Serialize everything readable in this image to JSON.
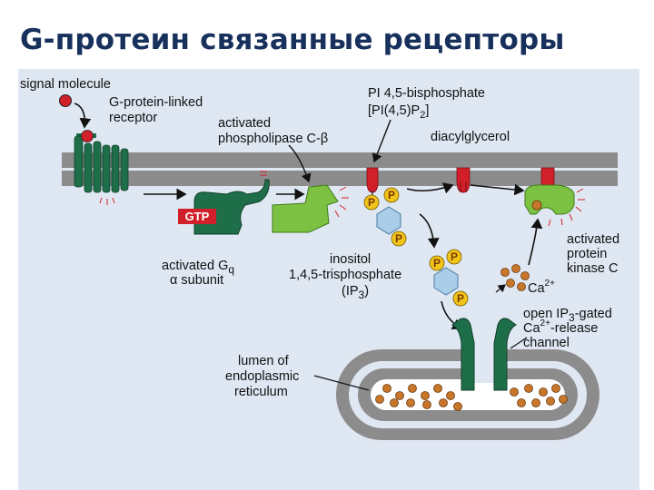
{
  "title": "G-протеин связанные рецепторы",
  "labels": {
    "signal_molecule": "signal molecule",
    "receptor_1": "G-protein-linked",
    "receptor_2": "receptor",
    "plc_1": "activated",
    "plc_2": "phospholipase C-β",
    "pip2_1": "PI 4,5-bisphosphate",
    "pip2_2a": "[PI(4,5)P",
    "pip2_2sub": "2",
    "pip2_2b": "]",
    "dag": "diacylglycerol",
    "gtp": "GTP",
    "gq_1a": "activated G",
    "gq_1sub": "q",
    "gq_2": "α subunit",
    "ip3_1": "inositol",
    "ip3_2": "1,4,5-trisphosphate",
    "ip3_3a": "(IP",
    "ip3_3sub": "3",
    "ip3_3b": ")",
    "pkc_1": "activated",
    "pkc_2": "protein",
    "pkc_3": "kinase C",
    "ca_a": "Ca",
    "ca_sup": "2+",
    "chan_1a": "open IP",
    "chan_1sub": "3",
    "chan_1b": "-gated",
    "chan_2a": "Ca",
    "chan_2sup": "2+",
    "chan_2b": "-release",
    "chan_3": "channel",
    "er_1": "lumen of",
    "er_2": "endoplasmic",
    "er_3": "reticulum",
    "phosphate": "P"
  },
  "colors": {
    "title": "#17305c",
    "membrane": "#8c8c8c",
    "receptor": "#1f6e4a",
    "plc": "#7dc142",
    "dag": "#d2202a",
    "ca_ion": "#c8762a",
    "phosphate": "#f0c419",
    "inositol": "#aacde8",
    "gtp_box": "#d2202a"
  }
}
